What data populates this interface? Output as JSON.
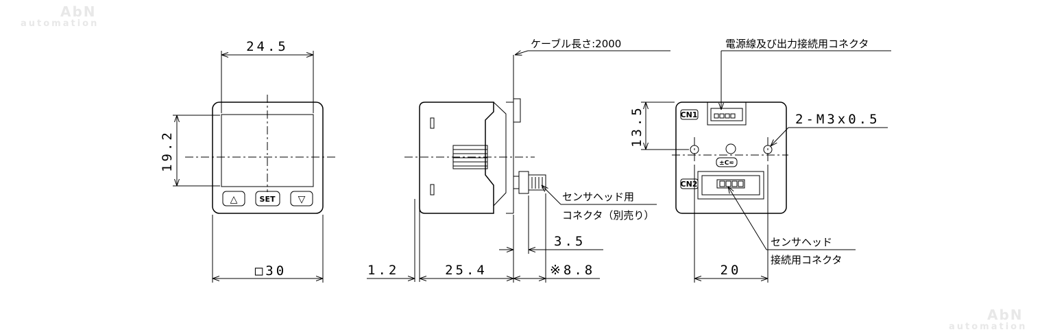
{
  "watermark": {
    "top_line1": "AbN",
    "top_line2": "automation",
    "bottom_line1": "AbN",
    "bottom_line2": "automation"
  },
  "front_view": {
    "width_dim": "24.5",
    "height_dim": "19.2",
    "outer_dim": "□30",
    "buttons": {
      "up": "△",
      "set": "SET",
      "down": "▽"
    }
  },
  "side_view": {
    "cable_length": "ケーブル長さ:2000",
    "sensor_connector_label_1": "センサヘッド用",
    "sensor_connector_label_2": "コネクタ（別売り）",
    "dim_3_5": "3.5",
    "dim_1_2": "1.2",
    "dim_25_4": "25.4",
    "dim_8_8": "※8.8"
  },
  "rear_view": {
    "power_connector_label": "電源線及び出力接続用コネクタ",
    "screw_label": "2-M3x0.5",
    "dim_13_5": "13.5",
    "dim_20": "20",
    "cn1": "CN1",
    "cn2": "CN2",
    "sensor_head_label_1": "センサヘッド",
    "sensor_head_label_2": "接続用コネクタ"
  }
}
